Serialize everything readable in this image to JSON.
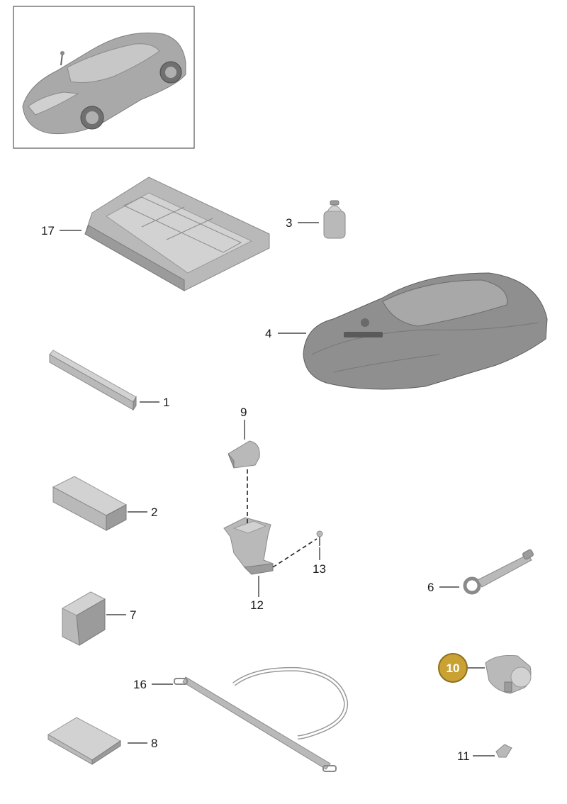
{
  "callouts": [
    {
      "id": "17",
      "text": "17"
    },
    {
      "id": "3",
      "text": "3"
    },
    {
      "id": "4",
      "text": "4"
    },
    {
      "id": "1",
      "text": "1"
    },
    {
      "id": "9",
      "text": "9"
    },
    {
      "id": "2",
      "text": "2"
    },
    {
      "id": "13",
      "text": "13"
    },
    {
      "id": "12",
      "text": "12"
    },
    {
      "id": "6",
      "text": "6"
    },
    {
      "id": "7",
      "text": "7"
    },
    {
      "id": "10",
      "text": "10",
      "highlighted": true
    },
    {
      "id": "16",
      "text": "16"
    },
    {
      "id": "8",
      "text": "8"
    },
    {
      "id": "11",
      "text": "11"
    }
  ],
  "colors": {
    "highlight": "#c9a233",
    "highlight_ring": "#8f7020",
    "part": "#b9b9b9",
    "line": "#222222"
  },
  "icons": [
    "vehicle-overview-icon",
    "car-cover-icon",
    "tow-hook-icon"
  ]
}
